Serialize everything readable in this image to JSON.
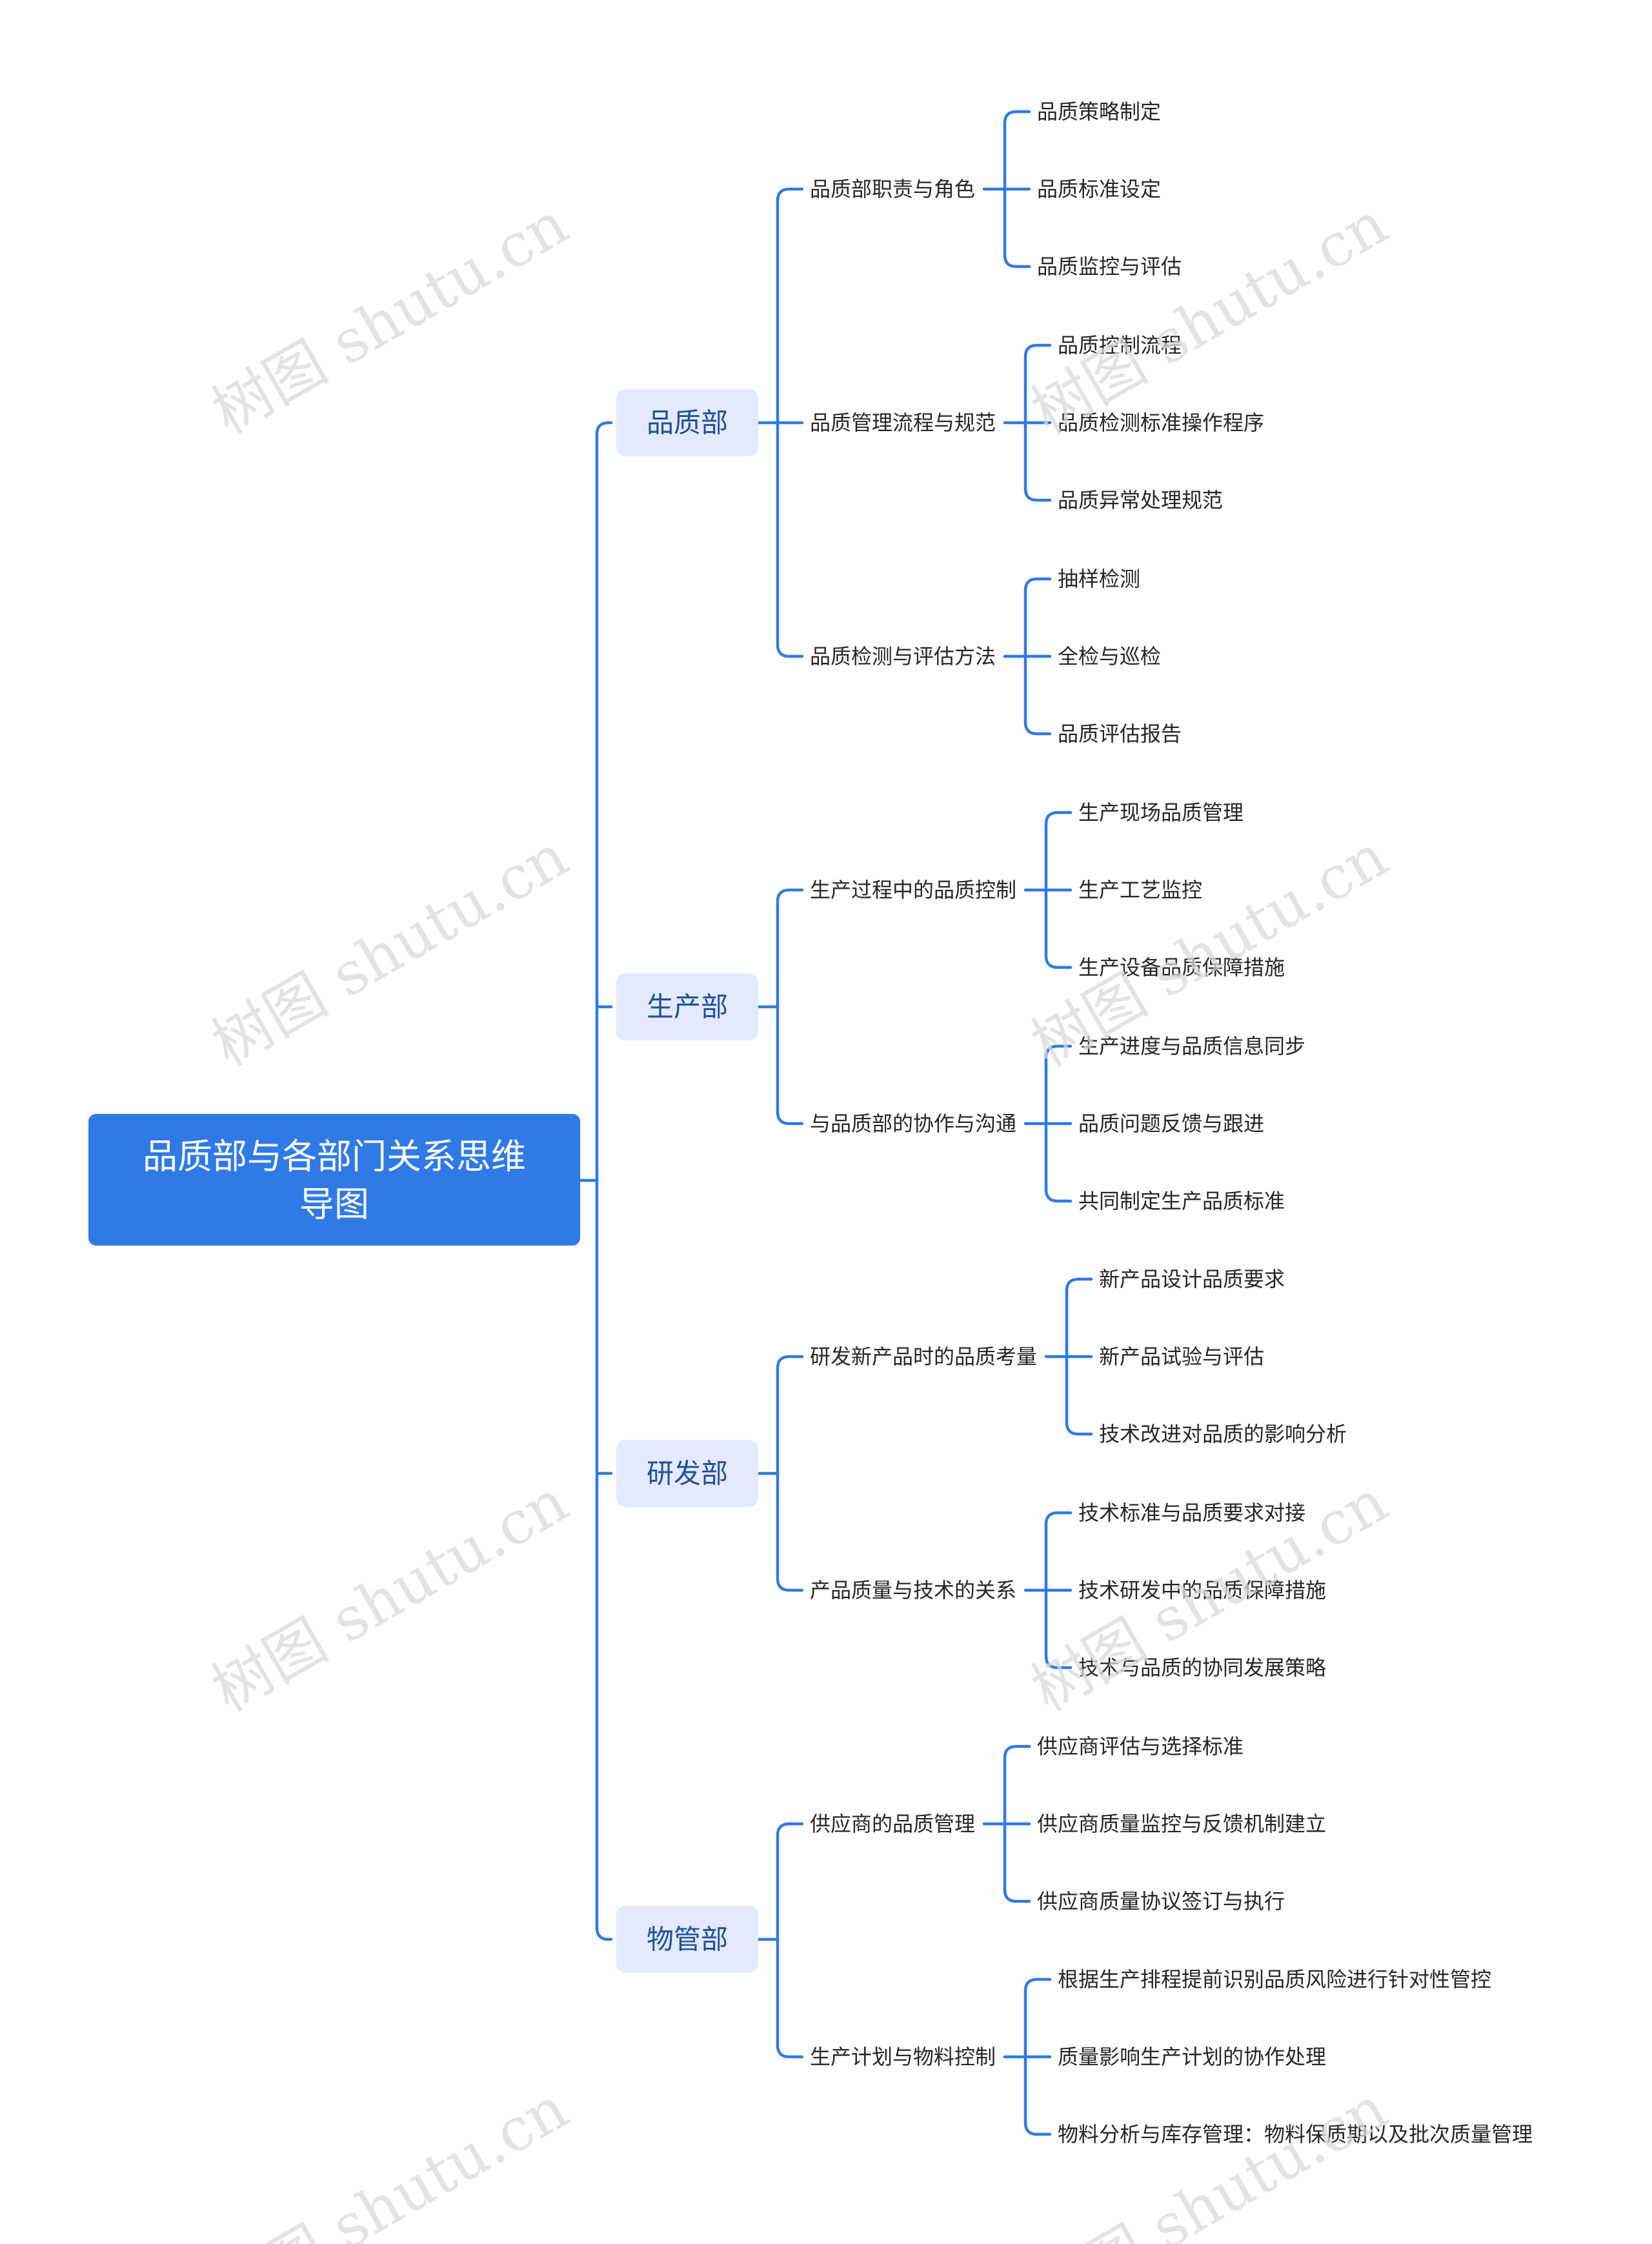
{
  "mindmap": {
    "root": {
      "label": "品质部与各部门关系思维导图",
      "lines": [
        "品质部与各部门关系思维",
        "导图"
      ]
    },
    "departments": [
      {
        "label": "品质部",
        "topics": [
          {
            "label": "品质部职责与角色",
            "items": [
              "品质策略制定",
              "品质标准设定",
              "品质监控与评估"
            ]
          },
          {
            "label": "品质管理流程与规范",
            "items": [
              "品质控制流程",
              "品质检测标准操作程序",
              "品质异常处理规范"
            ]
          },
          {
            "label": "品质检测与评估方法",
            "items": [
              "抽样检测",
              "全检与巡检",
              "品质评估报告"
            ]
          }
        ]
      },
      {
        "label": "生产部",
        "topics": [
          {
            "label": "生产过程中的品质控制",
            "items": [
              "生产现场品质管理",
              "生产工艺监控",
              "生产设备品质保障措施"
            ]
          },
          {
            "label": "与品质部的协作与沟通",
            "items": [
              "生产进度与品质信息同步",
              "品质问题反馈与跟进",
              "共同制定生产品质标准"
            ]
          }
        ]
      },
      {
        "label": "研发部",
        "topics": [
          {
            "label": "研发新产品时的品质考量",
            "items": [
              "新产品设计品质要求",
              "新产品试验与评估",
              "技术改进对品质的影响分析"
            ]
          },
          {
            "label": "产品质量与技术的关系",
            "items": [
              "技术标准与品质要求对接",
              "技术研发中的品质保障措施",
              "技术与品质的协同发展策略"
            ]
          }
        ]
      },
      {
        "label": "物管部",
        "topics": [
          {
            "label": "供应商的品质管理",
            "items": [
              "供应商评估与选择标准",
              "供应商质量监控与反馈机制建立",
              "供应商质量协议签订与执行"
            ]
          },
          {
            "label": "生产计划与物料控制",
            "items": [
              "根据生产排程提前识别品质风险进行针对性管控",
              "质量影响生产计划的协作处理",
              "物料分析与库存管理：物料保质期以及批次质量管理"
            ]
          }
        ]
      }
    ]
  },
  "watermark": {
    "text": "树图 shutu.cn"
  },
  "colors": {
    "accent": "#2f7ae5",
    "dept_bg": "#e4eafc",
    "dept_text": "#1f4f9e",
    "node_text": "#262626",
    "watermark": "#d9d9d9"
  }
}
